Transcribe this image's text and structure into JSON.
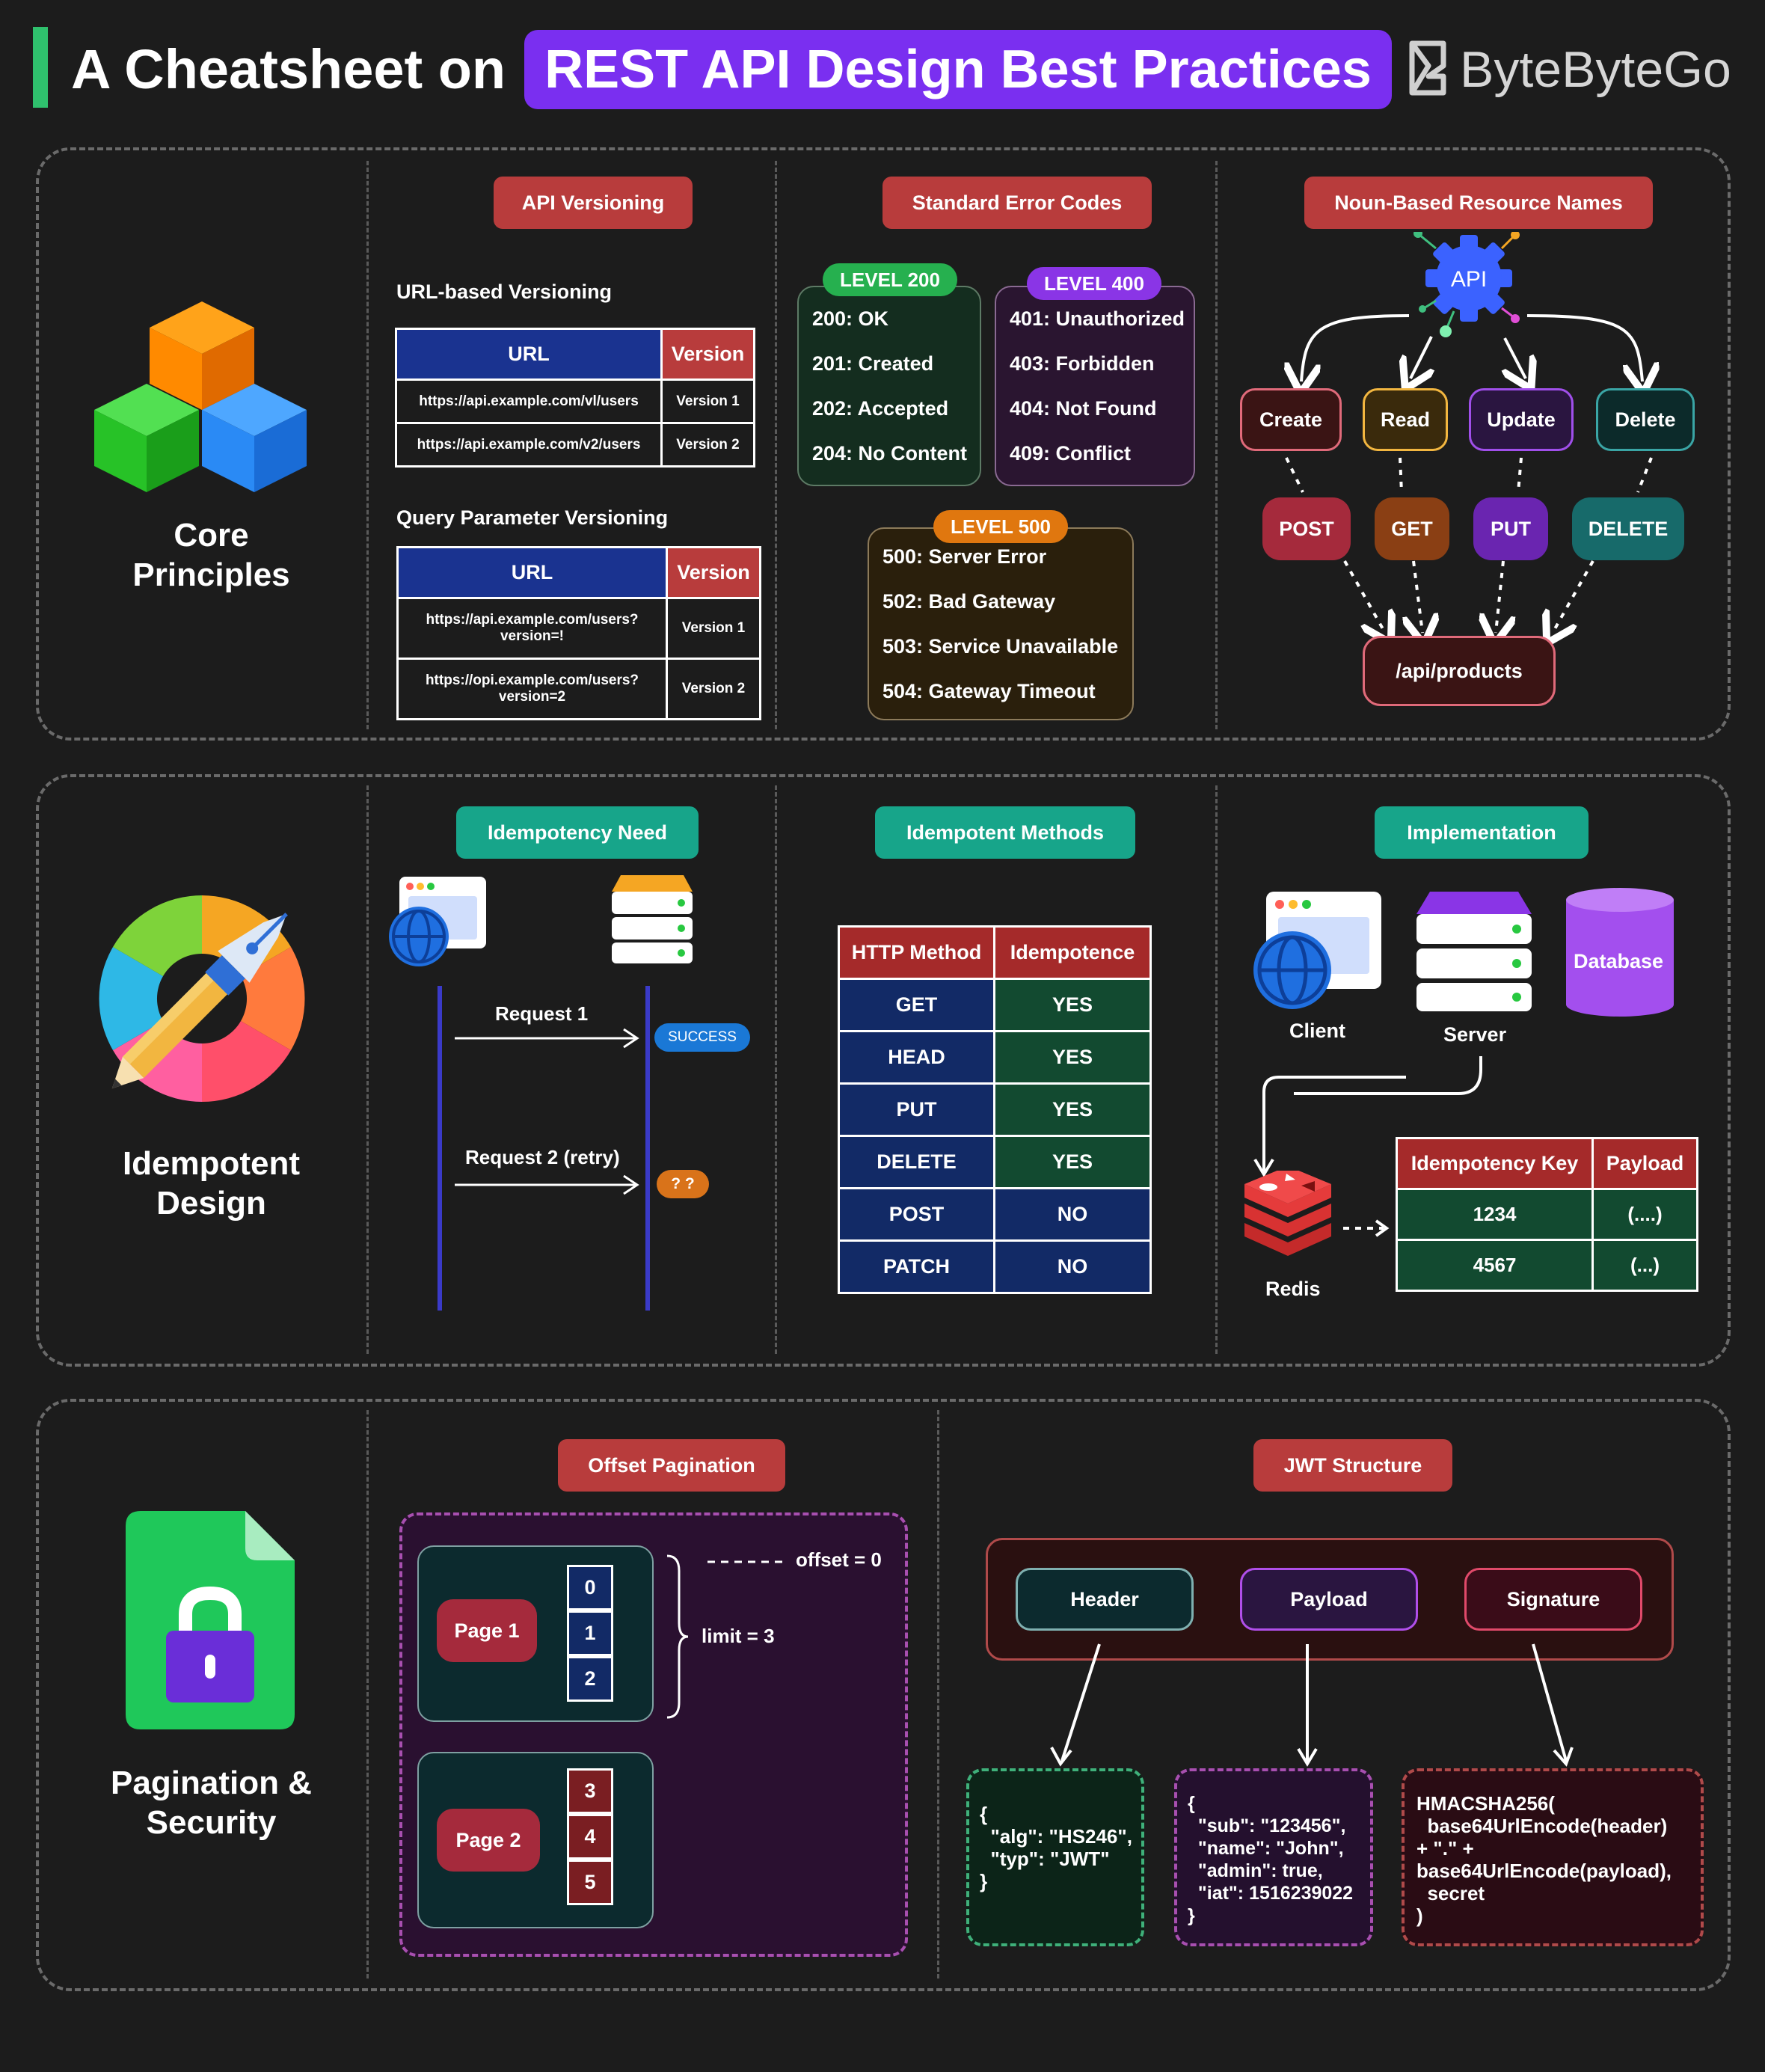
{
  "header": {
    "title_prefix": "A Cheatsheet on",
    "title_highlight": "REST API Design Best Practices",
    "brand": "ByteByteGo",
    "colors": {
      "accent_bar": "#2fc06d",
      "highlight": "#7a2ff0"
    }
  },
  "core": {
    "category": "Core\nPrinciples",
    "versioning": {
      "title": "API Versioning",
      "url_based_label": "URL-based Versioning",
      "url_table": {
        "headers": [
          "URL",
          "Version"
        ],
        "rows": [
          [
            "https://api.example.com/vl/users",
            "Version 1"
          ],
          [
            "https://api.example.com/v2/users",
            "Version 2"
          ]
        ]
      },
      "query_label": "Query Parameter Versioning",
      "query_table": {
        "headers": [
          "URL",
          "Version"
        ],
        "rows": [
          [
            "https://api.example.com/users?\nversion=!",
            "Version 1"
          ],
          [
            "https://opi.example.com/users?\nversion=2",
            "Version 2"
          ]
        ]
      }
    },
    "errors": {
      "title": "Standard Error Codes",
      "level200": {
        "badge": "LEVEL 200",
        "codes": [
          "200: OK",
          "201: Created",
          "202: Accepted",
          "204: No Content"
        ]
      },
      "level400": {
        "badge": "LEVEL 400",
        "codes": [
          "401: Unauthorized",
          "403: Forbidden",
          "404: Not Found",
          "409: Conflict"
        ]
      },
      "level500": {
        "badge": "LEVEL 500",
        "codes": [
          "500: Server Error",
          "502: Bad Gateway",
          "503: Service Unavailable",
          "504: Gateway Timeout"
        ]
      }
    },
    "nouns": {
      "title": "Noun-Based Resource Names",
      "api_label": "API",
      "actions": [
        "Create",
        "Read",
        "Update",
        "Delete"
      ],
      "methods": [
        "POST",
        "GET",
        "PUT",
        "DELETE"
      ],
      "resource": "/api/products"
    }
  },
  "idempotent": {
    "category": "Idempotent\nDesign",
    "need": {
      "title": "Idempotency Need",
      "request1": "Request 1",
      "success": "SUCCESS",
      "request2": "Request 2 (retry)",
      "unknown": "? ?"
    },
    "methods": {
      "title": "Idempotent Methods",
      "headers": [
        "HTTP Method",
        "Idempotence"
      ],
      "rows": [
        [
          "GET",
          "YES"
        ],
        [
          "HEAD",
          "YES"
        ],
        [
          "PUT",
          "YES"
        ],
        [
          "DELETE",
          "YES"
        ],
        [
          "POST",
          "NO"
        ],
        [
          "PATCH",
          "NO"
        ]
      ]
    },
    "impl": {
      "title": "Implementation",
      "client": "Client",
      "server": "Server",
      "database": "Database",
      "redis": "Redis",
      "headers": [
        "Idempotency Key",
        "Payload"
      ],
      "rows": [
        [
          "1234",
          "(....)"
        ],
        [
          "4567",
          "(...)"
        ]
      ]
    }
  },
  "pagination": {
    "category": "Pagination &\nSecurity",
    "offset": {
      "title": "Offset Pagination",
      "page1": "Page 1",
      "page2": "Page 2",
      "page1_items": [
        "0",
        "1",
        "2"
      ],
      "page2_items": [
        "3",
        "4",
        "5"
      ],
      "offset_label": "offset = 0",
      "limit_label": "limit = 3"
    },
    "jwt": {
      "title": "JWT Structure",
      "parts": [
        "Header",
        "Payload",
        "Signature"
      ],
      "header_code": "{\n  \"alg\": \"HS246\",\n  \"typ\": \"JWT\"\n}",
      "payload_code": "{\n  \"sub\": \"123456\",\n  \"name\": \"John\",\n  \"admin\": true,\n  \"iat\": 1516239022\n}",
      "signature_code": "HMACSHA256(\n  base64UrlEncode(header)\n+ \".\" +\nbase64UrlEncode(payload),\n  secret\n)"
    }
  }
}
